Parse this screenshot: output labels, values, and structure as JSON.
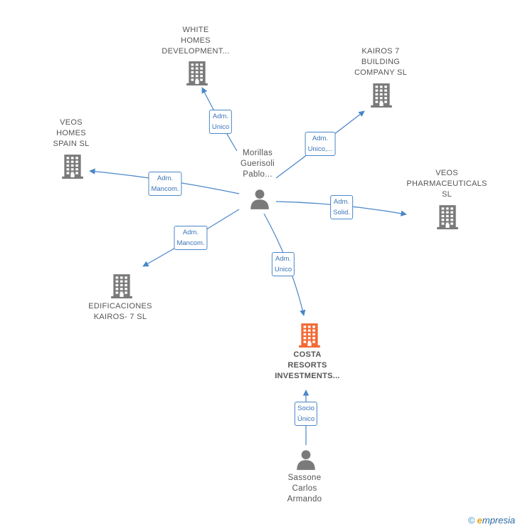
{
  "nodes": {
    "white_homes": {
      "lines": [
        "WHITE",
        "HOMES",
        "DEVELOPMENT..."
      ]
    },
    "kairos7_building": {
      "lines": [
        "KAIROS 7",
        "BUILDING",
        "COMPANY  SL"
      ]
    },
    "veos_homes": {
      "lines": [
        "VEOS",
        "HOMES",
        "SPAIN  SL"
      ]
    },
    "veos_pharma": {
      "lines": [
        "VEOS",
        "PHARMACEUTICALS",
        "SL"
      ]
    },
    "edificaciones": {
      "lines": [
        "EDIFICACIONES",
        "KAIROS- 7  SL"
      ]
    },
    "costa_resorts": {
      "lines": [
        "COSTA",
        "RESORTS",
        "INVESTMENTS..."
      ]
    },
    "morillas": {
      "lines": [
        "Morillas",
        "Guerisoli",
        "Pablo..."
      ]
    },
    "sassone": {
      "lines": [
        "Sassone",
        "Carlos",
        "Armando"
      ]
    }
  },
  "edges": {
    "e_white_homes": {
      "lines": [
        "Adm.",
        "Unico"
      ]
    },
    "e_kairos7": {
      "lines": [
        "Adm.",
        "Unico,..."
      ]
    },
    "e_veos_homes": {
      "lines": [
        "Adm.",
        "Mancom."
      ]
    },
    "e_veos_pharma": {
      "lines": [
        "Adm.",
        "Solid."
      ]
    },
    "e_edificaciones": {
      "lines": [
        "Adm.",
        "Mancom."
      ]
    },
    "e_costa": {
      "lines": [
        "Adm.",
        "Unico"
      ]
    },
    "e_sassone": {
      "lines": [
        "Socio",
        "Único"
      ]
    }
  },
  "colors": {
    "edge": "#4a86c8",
    "company": "#7a7a7a",
    "focus_company": "#f26a35",
    "person": "#7a7a7a"
  },
  "footer": {
    "copyright": "©",
    "brand_initial": "e",
    "brand_rest": "mpresia"
  }
}
